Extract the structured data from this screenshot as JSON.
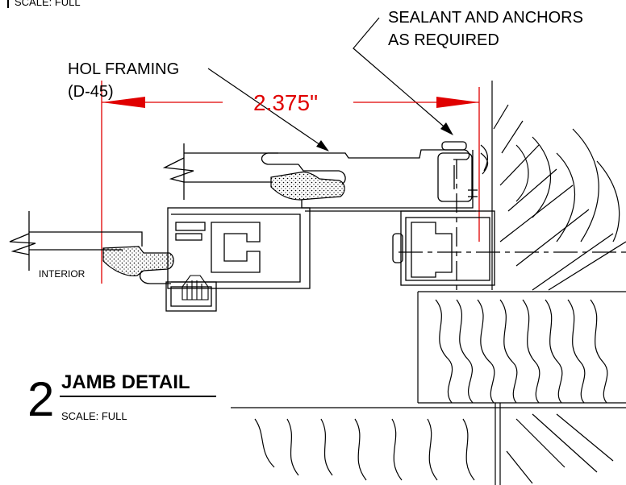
{
  "top_scale": "SCALE: FULL",
  "callouts": {
    "sealant_line1": "SEALANT AND ANCHORS",
    "sealant_line2": "AS REQUIRED",
    "framing_line1": "HOL FRAMING",
    "framing_line2": "(D-45)",
    "interior": "INTERIOR"
  },
  "dimension": {
    "value": "2.375\"",
    "color": "#e00000"
  },
  "title_block": {
    "number": "2",
    "title": "JAMB DETAIL",
    "scale": "SCALE: FULL"
  },
  "colors": {
    "line": "#000000",
    "dimension": "#e00000",
    "background": "#ffffff"
  }
}
